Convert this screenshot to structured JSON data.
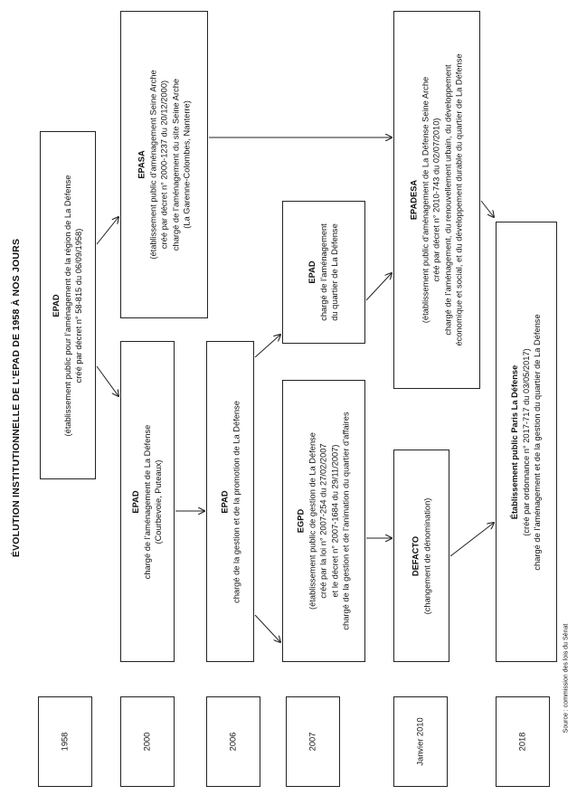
{
  "title": "ÉVOLUTION INSTITUTIONNELLE DE L’EPAD DE 1958 À NOS JOURS",
  "source": "Source : commission des lois du Sénat",
  "years": [
    "1958",
    "2000",
    "2006",
    "2007",
    "Janvier 2010",
    "2018"
  ],
  "boxes": {
    "epad_1958": {
      "name": "EPAD",
      "lines": [
        "(établissement public pour l’aménagement de la région de La Défense",
        "créé par décret n° 58-815  du 06/09/1958)"
      ]
    },
    "epasa": {
      "name": "EPASA",
      "lines": [
        "(établissement public d’aménagement Seine Arche",
        "créé par décret n° 2000-1237 du 20/12/2000)",
        "chargé de l’aménagement du site Seine Arche",
        "(La Garenne-Colombes, Nanterre)"
      ]
    },
    "epad_2000": {
      "name": "EPAD",
      "lines": [
        "chargé de l’aménagement de La Défense",
        "(Courbevoie, Puteaux)"
      ]
    },
    "epad_2006": {
      "name": "EPAD",
      "lines": [
        "chargé de la gestion et de la promotion de La Défense"
      ]
    },
    "epad_2007": {
      "name": "EPAD",
      "lines": [
        "chargé de l’aménagement",
        "du quartier de La Défense"
      ]
    },
    "egpd": {
      "name": "EGPD",
      "lines": [
        "(établissement public de gestion de La Défense",
        "créé par la loi n° 2007-254 du 27/02/2007",
        "et le décret n° 2007-1684 du 29/11/2007)",
        "chargé de la gestion et de l’animation du quartier d’affaires"
      ]
    },
    "epadesa": {
      "name": "EPADESA",
      "lines": [
        "(établissement public d’aménagement de La Défense Seine Arche",
        "créé par décret n° 2010-743 du 02/07/2010)",
        "chargé de l’aménagement, du renouvellement urbain, du développement",
        "économique et social, et du développement durable du quartier de La Défense"
      ]
    },
    "defacto": {
      "name": "DEFACTO",
      "lines": [
        "(changement de dénomination)"
      ]
    },
    "paris_la_defense": {
      "name": "Établissement public Paris La Défense",
      "lines": [
        "(créé par ordonnance n° 2017-717 du 03/05/2017)",
        "chargé de l’aménagement et de la gestion du quartier de La Défense"
      ]
    }
  }
}
